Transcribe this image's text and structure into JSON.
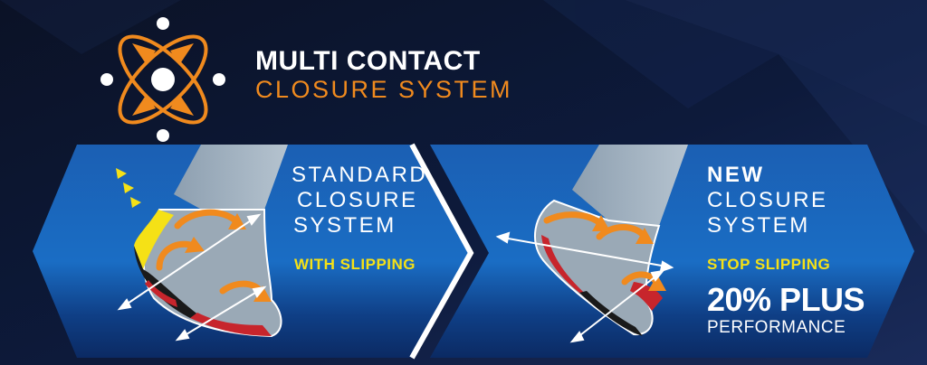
{
  "header": {
    "title_line1": "MULTI CONTACT",
    "title_line2": "CLOSURE SYSTEM"
  },
  "left_panel": {
    "title_lines": [
      "STANDARD",
      "CLOSURE",
      "SYSTEM"
    ],
    "highlight": "WITH SLIPPING"
  },
  "right_panel": {
    "title_lines": [
      "NEW",
      "CLOSURE",
      "SYSTEM"
    ],
    "highlight": "STOP SLIPPING",
    "stat": "20% PLUS",
    "stat_caption": "PERFORMANCE"
  },
  "icons": [
    "multi-contact-logo-icon",
    "arrow-separator-icon",
    "slip-warning-icon"
  ],
  "colors": {
    "background": "#0b1633",
    "banner_blue": "#1f65b5",
    "accent_orange": "#f08a1e",
    "highlight_yellow": "#f5e116",
    "text_white": "#ffffff",
    "sole_red": "#c7252c"
  }
}
